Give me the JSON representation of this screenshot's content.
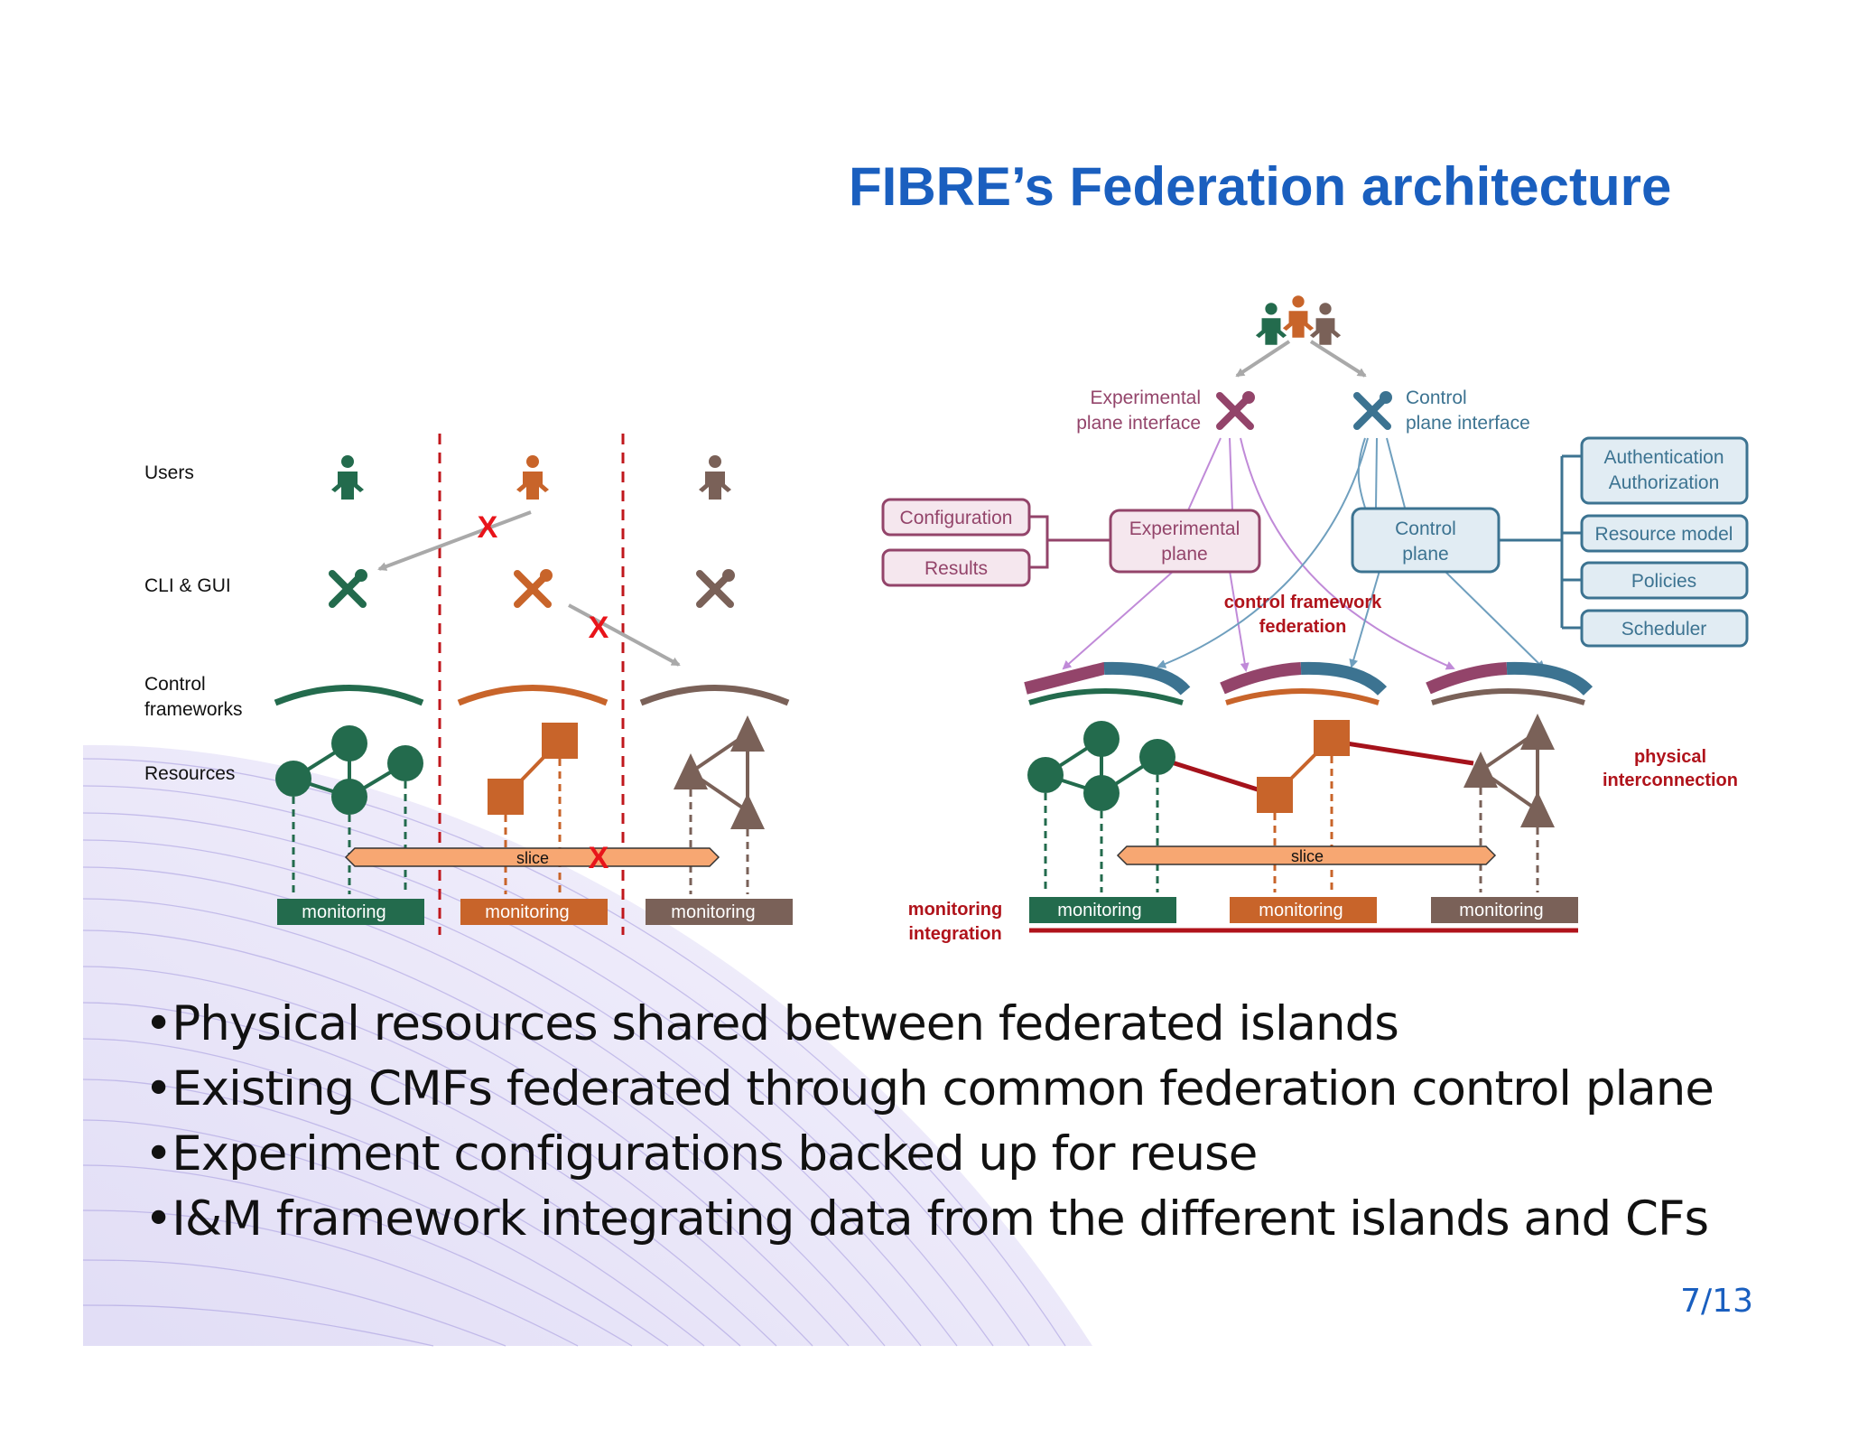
{
  "title": "FIBRE’s Federation architecture",
  "left": {
    "row_labels": [
      "Users",
      "CLI & GUI",
      "Control",
      "frameworks",
      "Resources"
    ],
    "slice_label": "slice",
    "x_mark": "X",
    "monitoring": [
      "monitoring",
      "monitoring",
      "monitoring"
    ]
  },
  "right": {
    "exp_interface": [
      "Experimental",
      "plane interface"
    ],
    "ctrl_interface": [
      "Control",
      "plane interface"
    ],
    "configuration": "Configuration",
    "results": "Results",
    "exp_plane": [
      "Experimental",
      "plane"
    ],
    "ctrl_plane": [
      "Control",
      "plane"
    ],
    "auth": [
      "Authentication",
      "Authorization"
    ],
    "resource_model": "Resource model",
    "policies": "Policies",
    "scheduler": "Scheduler",
    "cf_federation": [
      "control framework",
      "federation"
    ],
    "physical": [
      "physical",
      "interconnection"
    ],
    "slice_label": "slice",
    "monitoring_integration": [
      "monitoring",
      "integration"
    ],
    "monitoring": [
      "monitoring",
      "monitoring",
      "monitoring"
    ]
  },
  "bullets": [
    "•Physical resources shared between federated islands",
    "•Existing CMFs federated through common federation control plane",
    "•Experiment configurations backed up for reuse",
    "•I&M framework integrating data from the different islands and CFs"
  ],
  "page": "7/13",
  "colors": {
    "green": "#236b4d",
    "orange": "#c8642a",
    "brown": "#7a6158",
    "red": "#c0171c",
    "purple": "#93446a",
    "blue": "#3c7391",
    "title": "#1a5fbf"
  }
}
